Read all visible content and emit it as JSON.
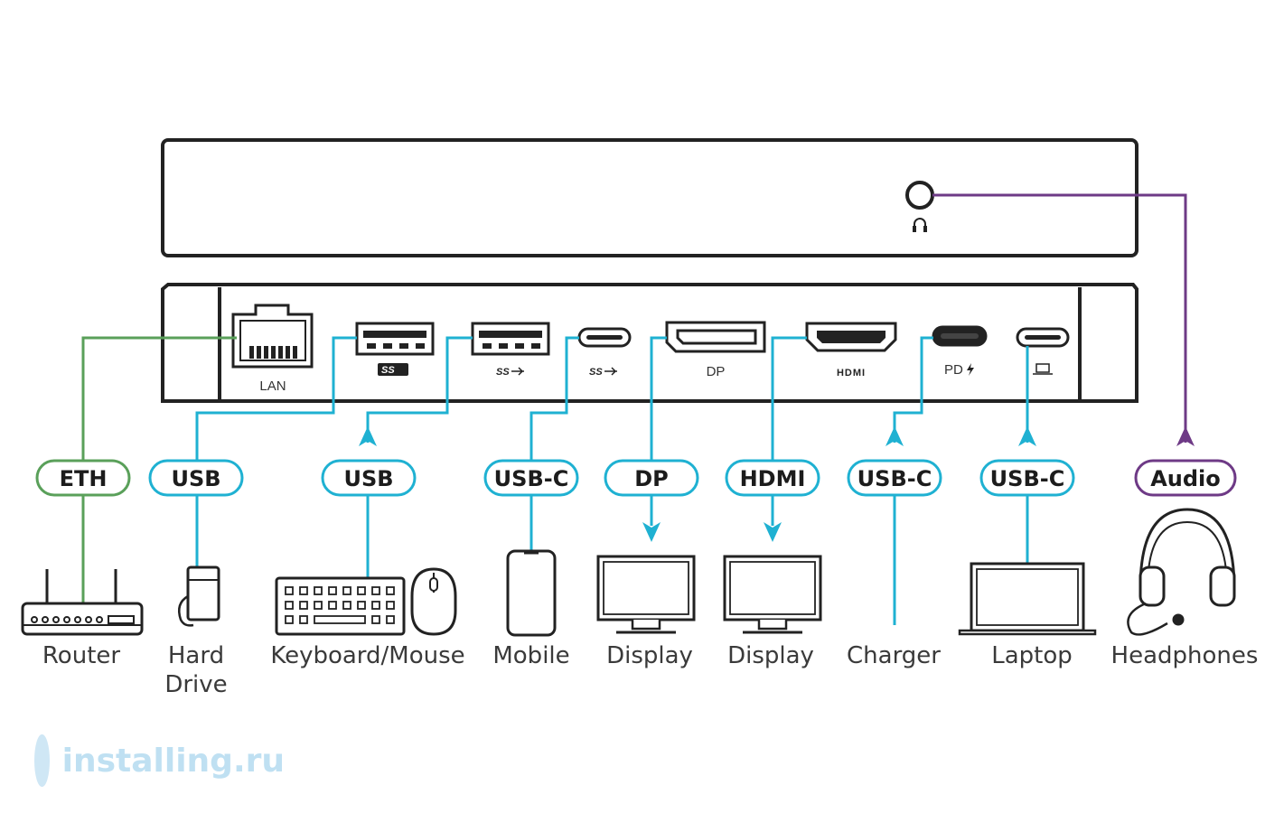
{
  "colors": {
    "usb": "#1fb1d2",
    "eth": "#5aa05a",
    "audio": "#6e3a86",
    "device": "#222222"
  },
  "ports": {
    "lan": "LAN",
    "usb_a_1": "SS",
    "usb_a_2": "SS",
    "usb_c_1": "SS",
    "dp": "DP",
    "hdmi": "HDMI",
    "pd": "PD",
    "host": "laptop-icon",
    "headphone_jack": "headphones-icon"
  },
  "connections": [
    {
      "label": "ETH",
      "device": "Router"
    },
    {
      "label": "USB",
      "device": "Hard Drive",
      "device_line1": "Hard",
      "device_line2": "Drive"
    },
    {
      "label": "USB",
      "device": "Keyboard/Mouse"
    },
    {
      "label": "USB-C",
      "device": "Mobile"
    },
    {
      "label": "DP",
      "device": "Display"
    },
    {
      "label": "HDMI",
      "device": "Display"
    },
    {
      "label": "USB-C",
      "device": "Charger"
    },
    {
      "label": "USB-C",
      "device": "Laptop"
    },
    {
      "label": "Audio",
      "device": "Headphones"
    }
  ],
  "watermark": {
    "text": "installing.ru"
  }
}
